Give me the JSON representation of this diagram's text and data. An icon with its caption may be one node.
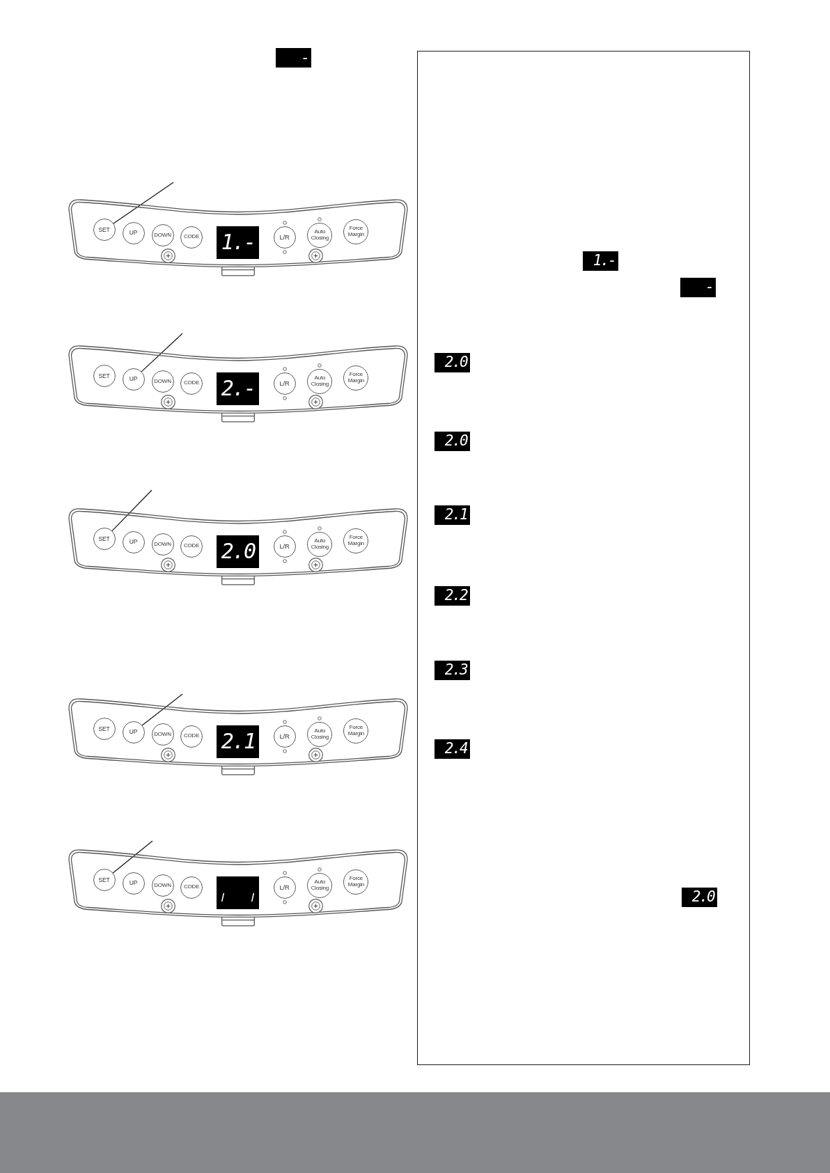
{
  "diagram": {
    "nodes": [
      {
        "text": [
          "-"
        ]
      },
      {
        "text": [],
        "shape": "picture"
      },
      {
        "text": [
          "SET"
        ],
        "in": 1
      },
      {
        "text": [
          "UP"
        ],
        "in": 1
      },
      {
        "text": [
          "DOWN"
        ],
        "in": 1
      },
      {
        "text": [
          "CODE"
        ],
        "in": 1
      },
      {
        "text": [
          "1.-"
        ],
        "in": 1
      },
      {
        "text": [
          "L/R"
        ],
        "in": 1
      },
      {
        "text": [
          "Auto Closing"
        ],
        "in": 1
      },
      {
        "text": [
          "Force Margin"
        ],
        "in": 1
      },
      {
        "text": [],
        "shape": "picture"
      },
      {
        "text": [
          "SET"
        ],
        "in": 10
      },
      {
        "text": [
          "UP"
        ],
        "in": 10
      },
      {
        "text": [
          "DOWN"
        ],
        "in": 10
      },
      {
        "text": [
          "CODE"
        ],
        "in": 10
      },
      {
        "text": [
          "2.-"
        ],
        "in": 10
      },
      {
        "text": [
          "L/R"
        ],
        "in": 10
      },
      {
        "text": [
          "Auto Closing"
        ],
        "in": 10
      },
      {
        "text": [
          "Force Margin"
        ],
        "in": 10
      },
      {
        "text": [],
        "shape": "picture"
      },
      {
        "text": [
          "SET"
        ],
        "in": 19
      },
      {
        "text": [
          "UP"
        ],
        "in": 19
      },
      {
        "text": [
          "DOWN"
        ],
        "in": 19
      },
      {
        "text": [
          "CODE"
        ],
        "in": 19
      },
      {
        "text": [
          "2.0"
        ],
        "in": 19
      },
      {
        "text": [
          "L/R"
        ],
        "in": 19
      },
      {
        "text": [
          "Auto Closing"
        ],
        "in": 19
      },
      {
        "text": [
          "Force Margin"
        ],
        "in": 19
      },
      {
        "text": [],
        "shape": "picture"
      },
      {
        "text": [
          "SET"
        ],
        "in": 28
      },
      {
        "text": [
          "UP"
        ],
        "in": 28
      },
      {
        "text": [
          "DOWN"
        ],
        "in": 28
      },
      {
        "text": [
          "CODE"
        ],
        "in": 28
      },
      {
        "text": [
          "2.1"
        ],
        "in": 28
      },
      {
        "text": [
          "L/R"
        ],
        "in": 28
      },
      {
        "text": [
          "Auto Closing"
        ],
        "in": 28
      },
      {
        "text": [
          "Force Margin"
        ],
        "in": 28
      },
      {
        "text": [],
        "shape": "picture"
      },
      {
        "text": [
          "SET"
        ],
        "in": 37
      },
      {
        "text": [
          "UP"
        ],
        "in": 37
      },
      {
        "text": [
          "DOWN"
        ],
        "in": 37
      },
      {
        "text": [
          "CODE"
        ],
        "in": 37
      },
      {
        "text": [],
        "shape": "box",
        "in": 37
      },
      {
        "text": [
          "L/R"
        ],
        "in": 37
      },
      {
        "text": [
          "Auto Closing"
        ],
        "in": 37
      },
      {
        "text": [
          "Force Margin"
        ],
        "in": 37
      },
      {
        "text": [],
        "shape": "box"
      },
      {
        "text": [
          "1.-"
        ],
        "in": 46
      },
      {
        "text": [
          "-"
        ],
        "in": 46
      },
      {
        "text": [
          "2.0"
        ],
        "in": 46
      },
      {
        "text": [
          "2.0"
        ],
        "in": 46
      },
      {
        "text": [
          "2.1"
        ],
        "in": 46
      },
      {
        "text": [
          "2.2"
        ],
        "in": 46
      },
      {
        "text": [
          "2.3"
        ],
        "in": 46
      },
      {
        "text": [
          "2.4"
        ],
        "in": 46
      },
      {
        "text": [
          "2.0"
        ],
        "in": 46
      }
    ],
    "edges": [
      {
        "from": null,
        "to": 2,
        "arrow": "none"
      },
      {
        "from": null,
        "to": 12,
        "arrow": "none"
      },
      {
        "from": null,
        "to": 20,
        "arrow": "none"
      },
      {
        "from": null,
        "to": 30,
        "arrow": "none"
      },
      {
        "from": null,
        "to": 38,
        "arrow": "none"
      }
    ]
  }
}
